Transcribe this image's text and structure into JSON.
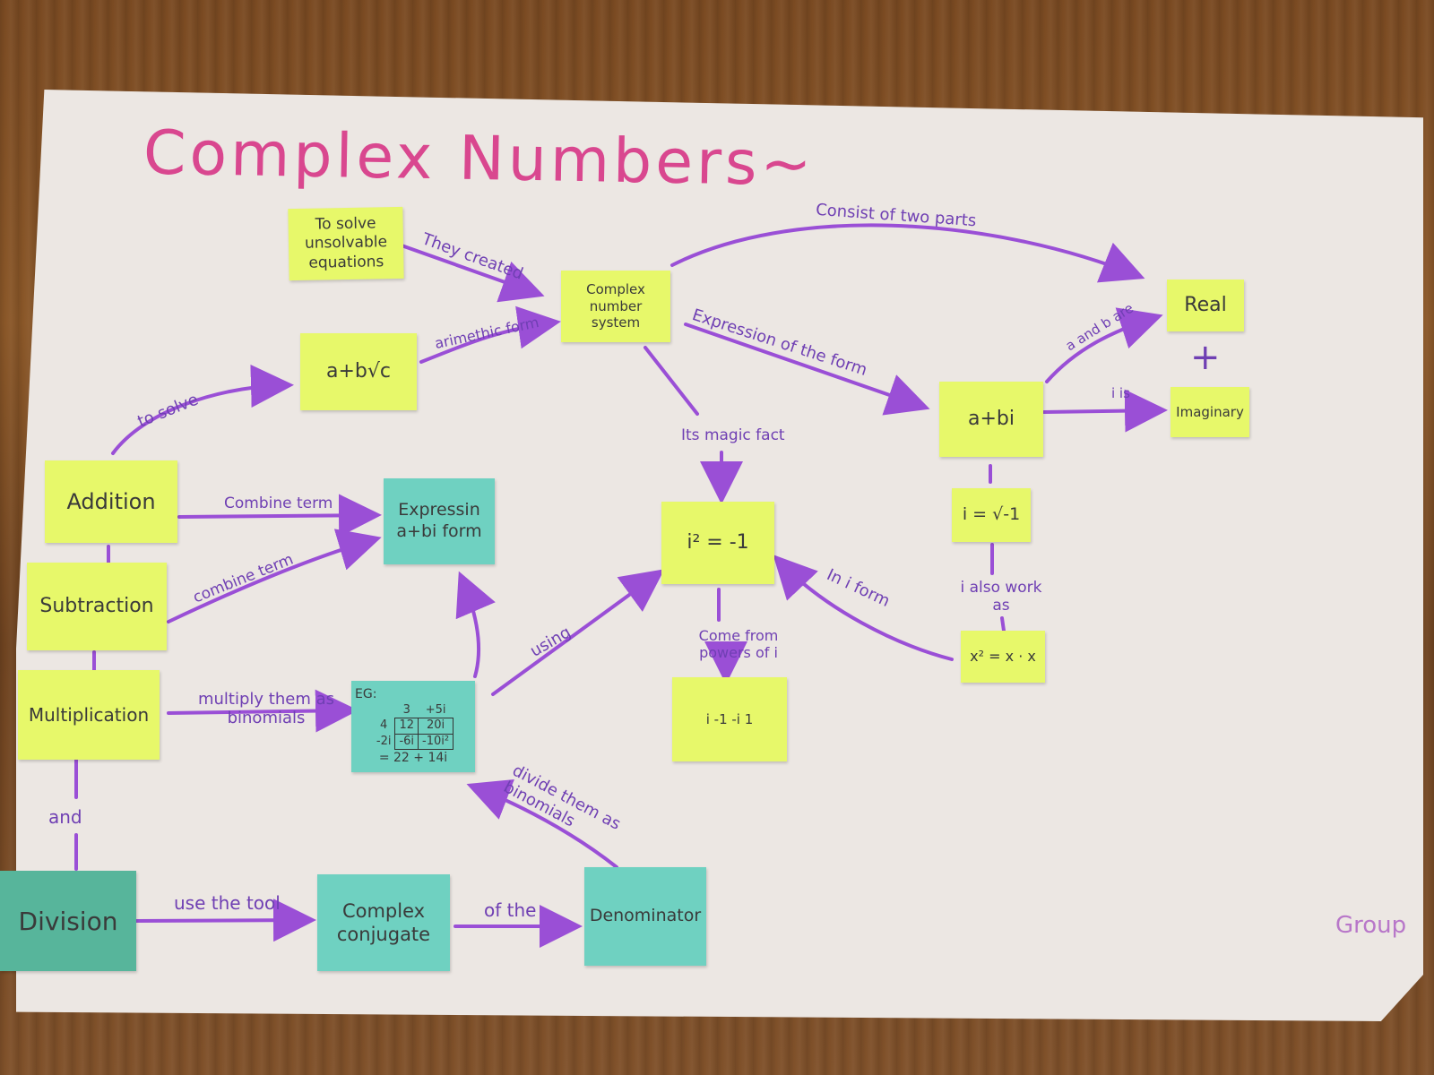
{
  "title": "Complex Numbers~",
  "nodes": {
    "to_solve_unsolvable": "To solve unsolvable equations",
    "complex_number_system": "Complex number system",
    "a_b_root_c": "a+b√c",
    "a_bi_center": "a+bi",
    "real": "Real",
    "imaginary": "Imaginary",
    "plus": "+",
    "i_root": "i = √-1",
    "x2": "x² = x · x",
    "i_squared": "i² = -1",
    "powers_cycle": "i  -1  -i  1",
    "addition": "Addition",
    "subtraction": "Subtraction",
    "multiplication": "Multiplication",
    "division": "Division",
    "expression_form": "Expressin a+bi form",
    "complex_conjugate": "Complex conjugate",
    "denominator": "Denominator",
    "eg_title": "EG:",
    "eg_result": "= 22 + 14i"
  },
  "eg_table": {
    "top": [
      "3",
      "+5i"
    ],
    "left": [
      "4",
      "-2i"
    ],
    "cells": [
      [
        "12",
        "20i"
      ],
      [
        "-6i",
        "-10i²"
      ]
    ]
  },
  "edge_labels": {
    "they_created": "They created",
    "consist": "Consist of two parts",
    "arimethic": "arimethic form",
    "expression_of_form": "Expression of the form",
    "a_and_b_are": "a and b are",
    "i_is": "i is",
    "to_solve": "to solve",
    "magic_fact": "Its magic fact",
    "combine1": "Combine term",
    "combine2": "combine term",
    "using": "using",
    "in_i_form": "In i form",
    "i_also": "i also work as",
    "come_from": "Come from powers of i",
    "multiply": "multiply them as binomials",
    "divide": "divide them as binomials",
    "and": "and",
    "use_tool": "use the tool",
    "of_the": "of the"
  },
  "group": "Group"
}
